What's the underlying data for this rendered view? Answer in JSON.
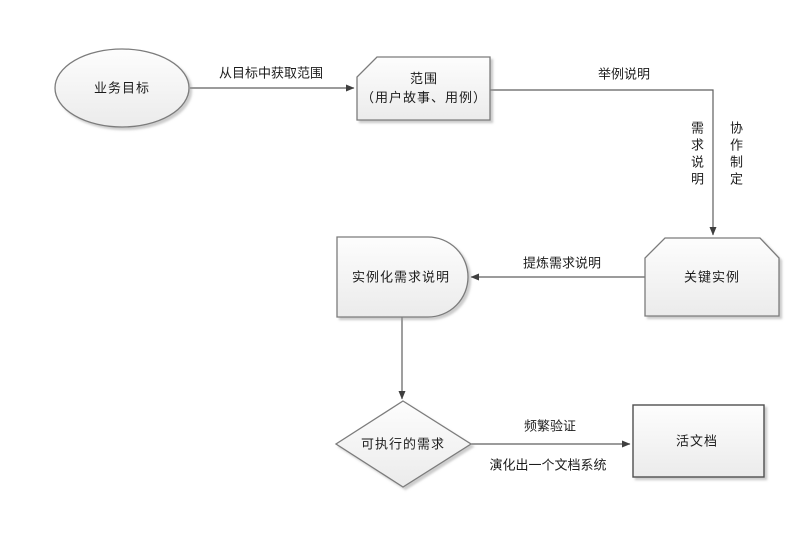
{
  "diagram": {
    "type": "flowchart",
    "nodes": {
      "business_goal": {
        "label": "业务目标",
        "shape": "ellipse"
      },
      "scope": {
        "label_line1": "范围",
        "label_line2": "（用户故事、用例）",
        "shape": "card"
      },
      "key_examples": {
        "label": "关键实例",
        "shape": "hexagon-top-cut"
      },
      "instantiated_requirements": {
        "label": "实例化需求说明",
        "shape": "delay"
      },
      "executable_requirements": {
        "label": "可执行的需求",
        "shape": "diamond"
      },
      "living_documentation": {
        "label": "活文档",
        "shape": "rectangle"
      }
    },
    "edges": [
      {
        "from": "business_goal",
        "to": "scope",
        "label": "从目标中获取范围"
      },
      {
        "from": "scope",
        "to": "key_examples",
        "label": "举例说明",
        "side_label_left": "需求说明",
        "side_label_right": "协作制定"
      },
      {
        "from": "key_examples",
        "to": "instantiated_requirements",
        "label": "提炼需求说明"
      },
      {
        "from": "instantiated_requirements",
        "to": "executable_requirements",
        "label": ""
      },
      {
        "from": "executable_requirements",
        "to": "living_documentation",
        "label_above": "频繁验证",
        "label_below": "演化出一个文档系统"
      }
    ],
    "colors": {
      "shape_border": "#7b7b7b",
      "living_doc_border": "#4f4f4f",
      "connector": "#5f5f5f",
      "arrowhead": "#3f3f3f",
      "text": "#1c1c1c",
      "fill_top": "#fdfdfd",
      "fill_bottom": "#ebebeb",
      "background": "#ffffff"
    }
  }
}
